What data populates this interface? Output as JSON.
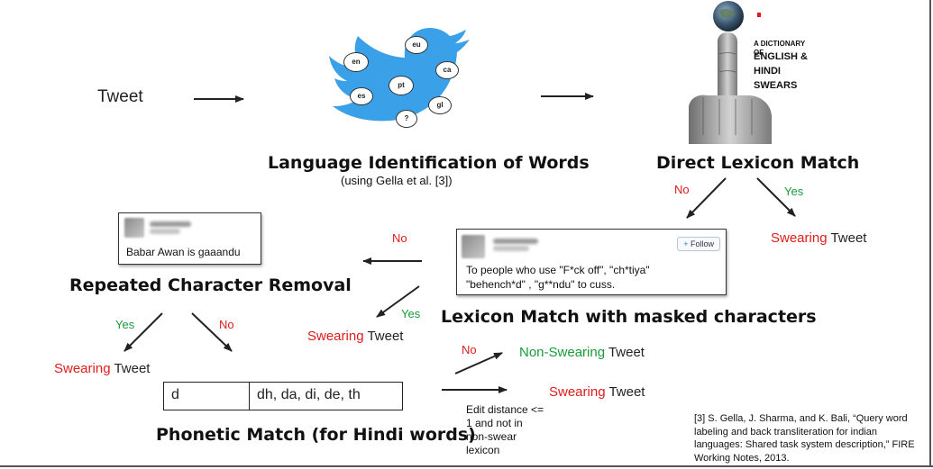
{
  "input": {
    "tweet_label": "Tweet"
  },
  "language_id": {
    "title": "Language Identification of Words",
    "subtitle": "(using Gella et al. [3])",
    "bubbles": [
      "en",
      "eu",
      "ca",
      "pt",
      "es",
      "gl",
      "?"
    ],
    "icon": "twitter-bird-icon"
  },
  "direct_lexicon": {
    "title": "Direct Lexicon Match",
    "no_label": "No",
    "yes_label": "Yes",
    "dictionary": {
      "line1": "A DICTIONARY OF",
      "line2": "ENGLISH &",
      "line3": "HINDI",
      "line4": "SWEARS"
    }
  },
  "outcomes": {
    "swearing_word": "Swearing",
    "tweet_word": "Tweet",
    "non_swearing_word": "Non-Swearing"
  },
  "masked": {
    "title": "Lexicon Match with masked characters",
    "no_label": "No",
    "yes_label": "Yes",
    "card_text_line1": "To people who use \"F*ck off\", \"ch*tiya\"",
    "card_text_line2": "\"behench*d\" , \"g**ndu\" to cuss.",
    "follow_label": "Follow"
  },
  "repeated": {
    "title": "Repeated Character Removal",
    "yes_label": "Yes",
    "no_label": "No",
    "card_text": "Babar Awan is gaaandu"
  },
  "phonetic": {
    "title": "Phonetic Match (for Hindi words)",
    "left_cell": "d",
    "right_cell": "dh, da, di, de, th"
  },
  "edit_distance": {
    "no_label": "No",
    "text_lines": [
      "Edit distance <=",
      "1 and not in",
      "non-swear",
      "lexicon"
    ]
  },
  "reference": {
    "lines": [
      "[3] S. Gella, J. Sharma, and K. Bali, “Query word",
      "labeling and back transliteration for indian",
      "languages: Shared task system description,” FIRE",
      "Working Notes, 2013."
    ]
  },
  "colors": {
    "swear": "#e11b1b",
    "nonswear": "#1a9a3a",
    "twitter": "#3aa0e8"
  }
}
